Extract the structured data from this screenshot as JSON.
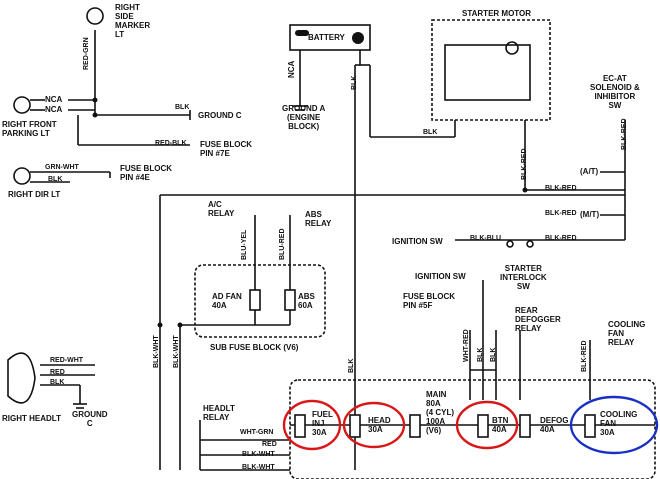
{
  "labels": {
    "right_side_marker": "RIGHT\nSIDE\nMARKER\nLT",
    "right_front_parking": "RIGHT FRONT\nPARKING LT",
    "right_dir": "RIGHT DIR LT",
    "right_headlt": "RIGHT HEADLT",
    "ground_c_top": "GROUND C",
    "ground_c_bottom": "GROUND\nC",
    "ground_a": "GROUND A\n(ENGINE\nBLOCK)",
    "battery": "BATTERY",
    "starter_motor": "STARTER MOTOR",
    "fuse_block_7e": "FUSE BLOCK\nPIN #7E",
    "fuse_block_4e": "FUSE BLOCK\nPIN #4E",
    "fuse_block_5f": "FUSE BLOCK\nPIN #5F",
    "ecat_solenoid": "EC-AT\nSOLENOID &\nINHIBITOR\nSW",
    "ac_relay": "A/C\nRELAY",
    "abs_relay": "ABS\nRELAY",
    "ignition_sw_1": "IGNITION SW",
    "ignition_sw_2": "IGNITION SW",
    "starter_interlock": "STARTER\nINTERLOCK\nSW",
    "rear_defogger_relay": "REAR\nDEFOGGER\nRELAY",
    "cooling_fan_relay": "COOLING\nFAN\nRELAY",
    "headlt_relay": "HEADLT\nRELAY",
    "sub_fuse_block": "SUB FUSE BLOCK (V6)",
    "at": "(A/T)",
    "mt": "(M/T)",
    "ncA1": "NCA",
    "ncA2": "NCA",
    "ncA3": "NCA"
  },
  "wires": {
    "red_grn": "RED-GRN",
    "blk_gc": "BLK",
    "red_blk": "RED-BLK",
    "grn_wht": "GRN-WHT",
    "blk_dir": "BLK",
    "blk_battery": "BLK",
    "blk_starter": "BLK",
    "blk_red_right": "BLK-RED",
    "blk_red_starter": "BLK-RED",
    "blk_red_mt": "BLK-RED",
    "blk_red_ecat": "BLK-RED",
    "blk_blu": "BLK-BLU",
    "blk_red_interlock": "BLK-RED",
    "blu_yel": "BLU-YEL",
    "blu_red": "BLU-RED",
    "blk_wht_1": "BLK-WHT",
    "blk_wht_2": "BLK-WHT",
    "blk_center": "BLK",
    "wht_red": "WHT-RED",
    "blk_btn1": "BLK",
    "blk_btn2": "BLK",
    "blk_red_fan": "BLK-RED",
    "red_wht_hl": "RED-WHT",
    "red_hl": "RED",
    "blk_hl": "BLK",
    "wht_grn": "WHT-GRN",
    "red_relay": "RED",
    "blk_wht_relay1": "BLK-WHT",
    "blk_wht_relay2": "BLK-WHT"
  },
  "fuses": [
    {
      "id": "fuel-inj",
      "label": "FUEL\nINJ\n30A",
      "highlight": "red"
    },
    {
      "id": "head",
      "label": "HEAD\n30A",
      "highlight": "red"
    },
    {
      "id": "main",
      "label": "MAIN\n80A\n(4 CYL)\n100A\n(V6)",
      "highlight": "none"
    },
    {
      "id": "btn",
      "label": "BTN\n40A",
      "highlight": "red"
    },
    {
      "id": "defog",
      "label": "DEFOG\n40A",
      "highlight": "none"
    },
    {
      "id": "cooling-fan",
      "label": "COOLING\nFAN\n30A",
      "highlight": "blue"
    },
    {
      "id": "ad-fan",
      "label": "AD FAN\n40A",
      "highlight": "none"
    },
    {
      "id": "abs",
      "label": "ABS\n60A",
      "highlight": "none"
    }
  ],
  "highlight_colors": {
    "red": "#d81818",
    "blue": "#1a2fc4"
  }
}
